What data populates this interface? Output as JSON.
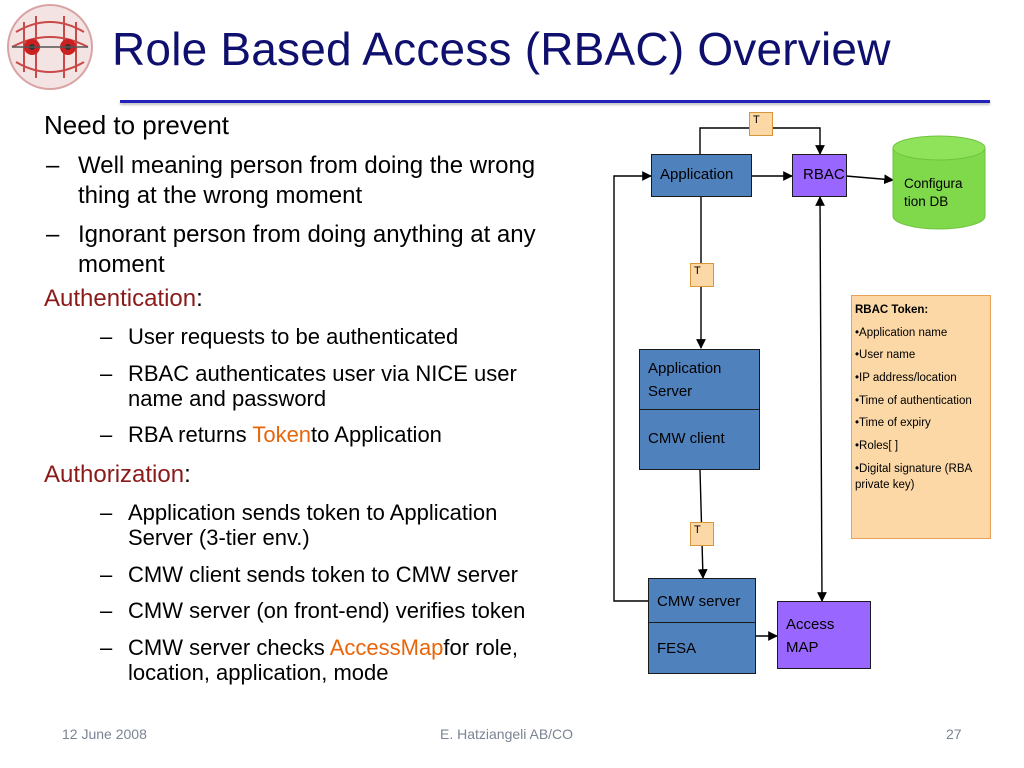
{
  "slide": {
    "title": "Role Based Access (RBAC) Overview",
    "bullets": {
      "need_heading": "Need to prevent",
      "need_items": [
        [
          "Well meaning person from doing the wrong",
          "thing at the wrong moment"
        ],
        [
          "Ignorant person from doing anything at any",
          "moment"
        ]
      ],
      "authentication_heading": "Authentication",
      "authentication_items": [
        [
          "User requests to be authenticated"
        ],
        [
          "RBAC authenticates user via NICE user",
          "name and password"
        ]
      ],
      "auth_token_item": {
        "pre": "RBA returns ",
        "highlight": "Token",
        "post": "to Application"
      },
      "authorization_heading": "Authorization",
      "authorization_items": [
        [
          "Application sends token to Application",
          "Server (3-tier env.)"
        ],
        [
          "CMW client sends token to CMW server"
        ],
        [
          "CMW server (on front-end) verifies token"
        ]
      ],
      "accessmap_item": {
        "pre": "CMW server checks ",
        "highlight": "AccessMap",
        "post": "for role,",
        "line2": "location, application, mode"
      },
      "dash": "–",
      "colon": ":"
    }
  },
  "diagram": {
    "application": "Application",
    "rbac": "RBAC",
    "config_db": [
      "Configura",
      "tion DB"
    ],
    "app_server": [
      "Application",
      "Server"
    ],
    "cmw_client": "CMW client",
    "cmw_server": "CMW server",
    "fesa": "FESA",
    "access_map": [
      "Access",
      "MAP"
    ],
    "token_marker": "T",
    "token_panel": {
      "heading": "RBAC Token:",
      "items": [
        "•Application name",
        "•User name",
        "•IP address/location",
        "•Time of authentication",
        "•Time of expiry",
        "•Roles[ ]",
        "•Digital signature (RBA private key)"
      ]
    }
  },
  "footer": {
    "date": "12 June 2008",
    "author": "E. Hatziangeli AB/CO",
    "page": "27"
  },
  "colors": {
    "title": "#0f0f6e",
    "heading_red": "#8b1a1a",
    "highlight_orange": "#e8650a",
    "box_blue": "#4f81bd",
    "box_purple": "#9966ff",
    "db_green": "#7fd94a",
    "token_fill": "#fbd8a6"
  }
}
